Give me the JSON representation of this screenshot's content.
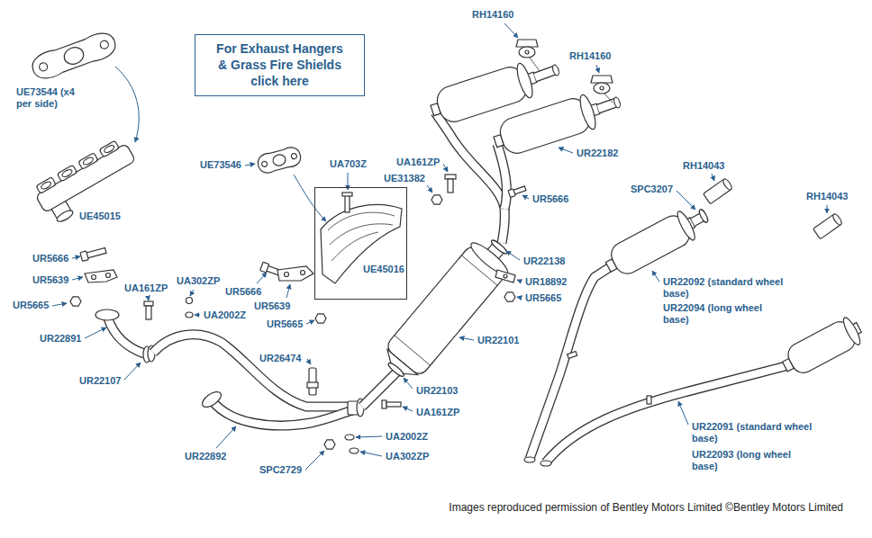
{
  "diagram": {
    "caption": "Images reproduced permission of Bentley Motors Limited ©Bentley Motors Limited",
    "nodes": [
      {
        "text": [
          "For Exhaust Hangers & Grass Fire Shields click here"
        ]
      },
      {
        "text": [
          "UE45016"
        ]
      }
    ],
    "labels": [
      "UE73544 (x4 per side)",
      "UE45015",
      "UR5666",
      "UR5639",
      "UR5665",
      "UA161ZP",
      "UR22891",
      "UR22107",
      "UE73546",
      "UA703Z",
      "UA302ZP",
      "UR5666",
      "UA2002Z",
      "UR5639",
      "UR5665",
      "UR26474",
      "UR22892",
      "SPC2729",
      "UA2002Z",
      "UA302ZP",
      "UR22103",
      "UA161ZP",
      "UR22101",
      "UR18892",
      "UR5665",
      "UR22138",
      "UR5666",
      "UA161ZP",
      "UE31382",
      "RH14160",
      "RH14160",
      "UR22182",
      "RH14043",
      "SPC3207",
      "RH14043",
      "UR22092 (standard wheel base)",
      "UR22094 (long wheel base)",
      "UR22091 (standard wheel base)",
      "UR22093 (long wheel base)"
    ]
  }
}
